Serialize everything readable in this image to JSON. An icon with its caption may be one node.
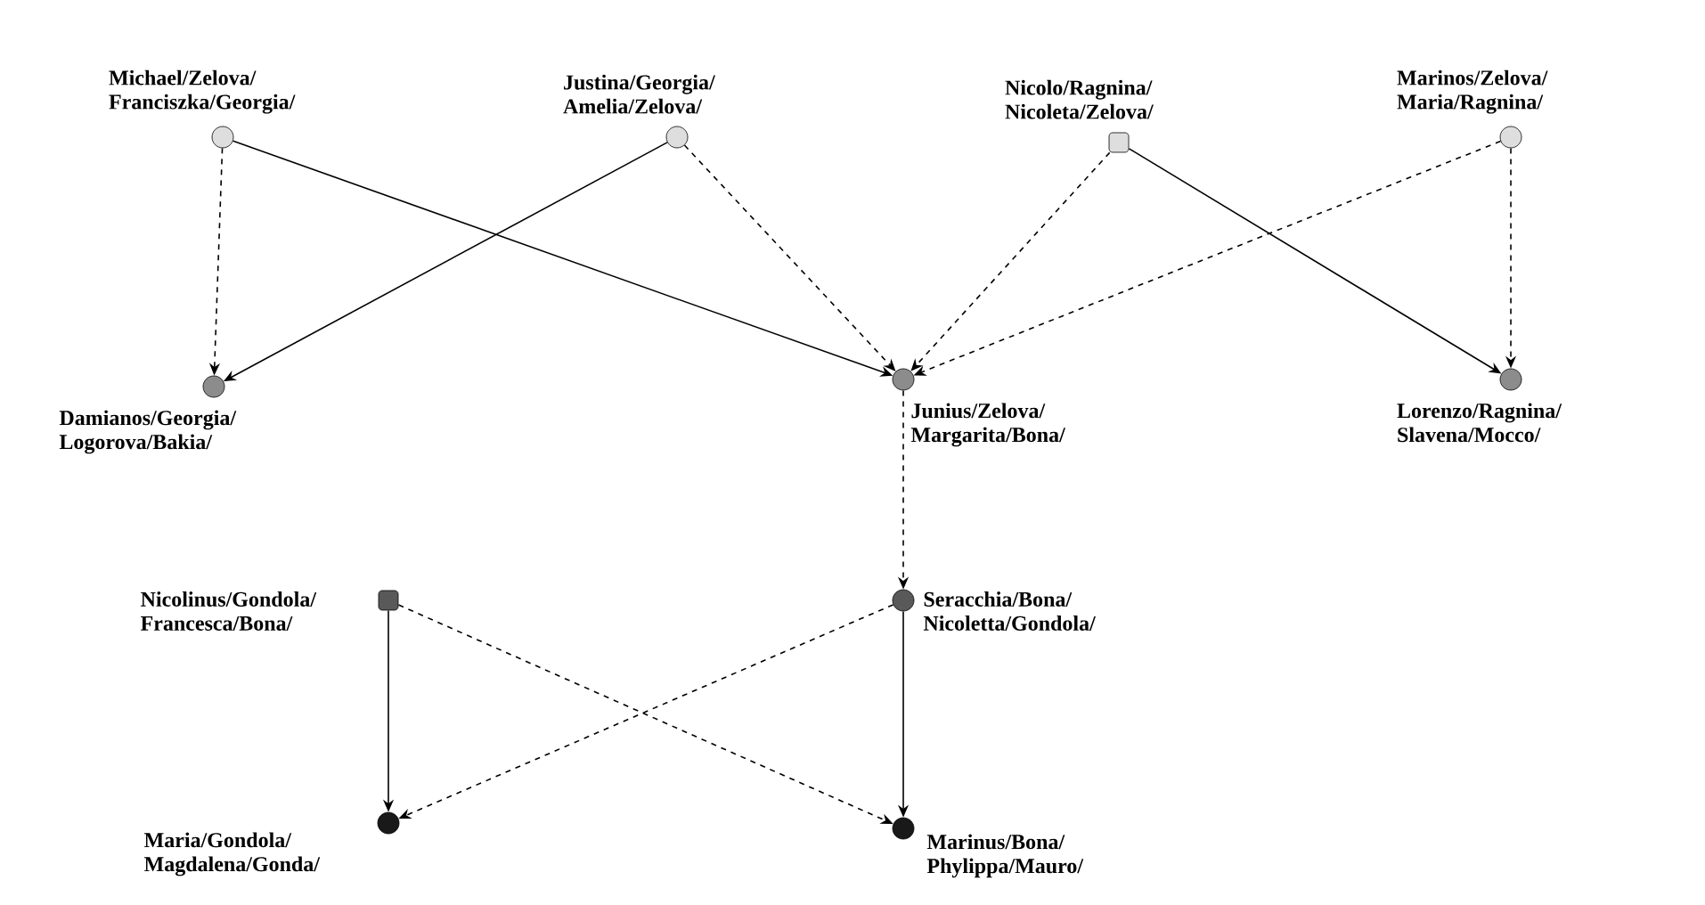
{
  "diagram": {
    "nodes": [
      {
        "text": [],
        "shape": "circle",
        "beside": [
          "Michael/Zelova/ Franciszka/Georgia/"
        ]
      },
      {
        "text": [],
        "shape": "circle",
        "beside": [
          "Justina/Georgia/ Amelia/Zelova/"
        ]
      },
      {
        "text": [],
        "shape": "box",
        "beside": [
          "Nicolo/Ragnina/ Nicoleta/Zelova/"
        ]
      },
      {
        "text": [],
        "shape": "circle",
        "beside": [
          "Marinos/Zelova/ Maria/Ragnina/"
        ]
      },
      {
        "text": [],
        "shape": "circle",
        "beside": [
          "Damianos/Georgia/ Logorova/Bakia/"
        ]
      },
      {
        "text": [],
        "shape": "circle",
        "beside": [
          "Junius/Zelova/ Margarita/Bona/"
        ]
      },
      {
        "text": [],
        "shape": "circle",
        "beside": [
          "Lorenzo/Ragnina/ Slavena/Mocco/"
        ]
      },
      {
        "text": [],
        "shape": "box",
        "beside": [
          "Nicolinus/Gondola/ Francesca/Bona/"
        ]
      },
      {
        "text": [],
        "shape": "circle",
        "beside": [
          "Seracchia/Bona/ Nicoletta/Gondola/"
        ]
      },
      {
        "text": [],
        "shape": "circle",
        "beside": [
          "Maria/Gondola/ Magdalena/Gonda/"
        ]
      },
      {
        "text": [],
        "shape": "circle",
        "beside": [
          "Marinus/Bona/ Phylippa/Mauro/"
        ]
      }
    ],
    "edges": [
      {
        "from": 0,
        "to": 4,
        "arrow": "to",
        "style": "dashed"
      },
      {
        "from": 0,
        "to": 5,
        "arrow": "to"
      },
      {
        "from": 1,
        "to": 4,
        "arrow": "to"
      },
      {
        "from": 1,
        "to": 5,
        "arrow": "to",
        "style": "dashed"
      },
      {
        "from": 2,
        "to": 5,
        "arrow": "to",
        "style": "dashed"
      },
      {
        "from": 2,
        "to": 6,
        "arrow": "to"
      },
      {
        "from": 3,
        "to": 5,
        "arrow": "to",
        "style": "dashed"
      },
      {
        "from": 3,
        "to": 6,
        "arrow": "to",
        "style": "dashed"
      },
      {
        "from": 5,
        "to": 8,
        "arrow": "to",
        "style": "dashed"
      },
      {
        "from": 7,
        "to": 9,
        "arrow": "to"
      },
      {
        "from": 7,
        "to": 10,
        "arrow": "to",
        "style": "dashed"
      },
      {
        "from": 8,
        "to": 9,
        "arrow": "to",
        "style": "dashed"
      },
      {
        "from": 8,
        "to": 10,
        "arrow": "to"
      }
    ]
  }
}
